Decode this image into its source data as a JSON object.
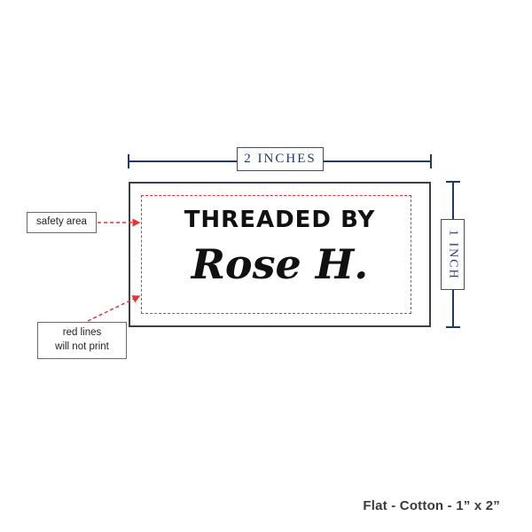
{
  "colors": {
    "dimension": "#1f3a66",
    "red": "#e63232",
    "label_border": "#3f3f3f",
    "text": "#1d1d1d"
  },
  "dimensions": {
    "width_label": "2 INCHES",
    "height_label": "1 INCH"
  },
  "label": {
    "line1": "THREADED BY",
    "line2": "Rose H."
  },
  "callouts": {
    "safety_area": "safety area",
    "red_lines_line1": "red lines",
    "red_lines_line2": "will not print"
  },
  "footer": {
    "caption": "Flat - Cotton - 1” x 2”"
  }
}
